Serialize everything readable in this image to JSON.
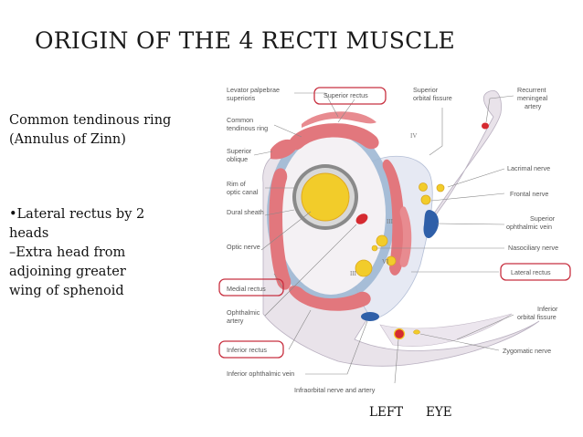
{
  "slide": {
    "title": "ORIGIN OF THE 4 RECTI MUSCLE",
    "ring_line1": "Common tendinous ring",
    "ring_line2": "(Annulus  of  Zinn)",
    "lateral_lines": [
      "•Lateral rectus by 2",
      "heads",
      "–Extra head from",
      "adjoining greater",
      "wing of sphenoid"
    ],
    "eye_left": "LEFT",
    "eye_right": "EYE"
  },
  "diagram": {
    "left_labels": {
      "levator_1": "Levator palpebrae",
      "levator_2": "superioris",
      "common_1": "Common",
      "common_2": "tendinous ring",
      "sup_oblique_1": "Superior",
      "sup_oblique_2": "oblique",
      "rim_1": "Rim of",
      "rim_2": "optic canal",
      "dural": "Dural sheath",
      "optic": "Optic nerve",
      "medial": "Medial rectus",
      "ophth_1": "Ophthalmic",
      "ophth_2": "artery",
      "inferior": "Inferior rectus",
      "inf_ophth_vein": "Inferior ophthalmic vein"
    },
    "top_labels": {
      "superior_rectus": "Superior rectus",
      "sof_1": "Superior",
      "sof_2": "orbital fissure",
      "recurrent_1": "Recurrent",
      "recurrent_2": "meningeal",
      "recurrent_3": "artery"
    },
    "right_labels": {
      "lacrimal": "Lacrimal nerve",
      "frontal": "Frontal nerve",
      "sup_vein_1": "Superior",
      "sup_vein_2": "ophthalmic vein",
      "nasociliary": "Nasociliary nerve",
      "lateral_rectus": "Lateral rectus",
      "iof_1": "Inferior",
      "iof_2": "orbital fissure",
      "zygomatic": "Zygomatic nerve"
    },
    "bottom_labels": {
      "infraorbital": "Infraorbital nerve and artery"
    },
    "nerve_numerals": {
      "iv": "IV",
      "iii_upper": "III",
      "vi": "VI",
      "iii_lower": "III"
    },
    "colors": {
      "muscle": "#e2777d",
      "ring": "#9fb8d4",
      "nerve": "#f2cc2a",
      "vein": "#2f5fa8",
      "artery": "#d52a30",
      "highlight": "#c83040"
    }
  }
}
